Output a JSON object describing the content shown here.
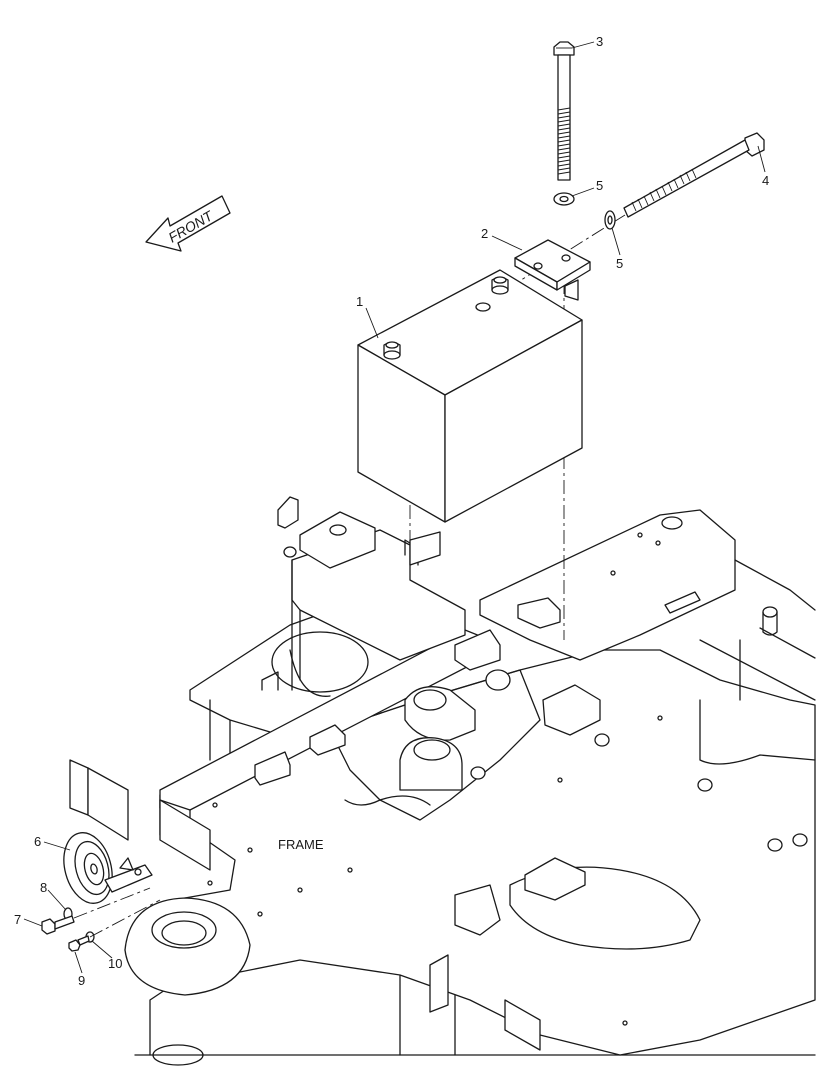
{
  "front_label": "FRONT",
  "frame_label": "FRAME",
  "callouts": [
    "1",
    "2",
    "3",
    "4",
    "5",
    "5",
    "6",
    "7",
    "8",
    "9",
    "10"
  ],
  "parts": [
    {
      "id": "1",
      "name": "battery"
    },
    {
      "id": "2",
      "name": "battery-bracket"
    },
    {
      "id": "3",
      "name": "vertical-bolt"
    },
    {
      "id": "4",
      "name": "horizontal-bolt"
    },
    {
      "id": "5",
      "name": "washer"
    },
    {
      "id": "6",
      "name": "horn"
    },
    {
      "id": "7",
      "name": "horn-bolt"
    },
    {
      "id": "8",
      "name": "horn-washer"
    },
    {
      "id": "9",
      "name": "small-bolt"
    },
    {
      "id": "10",
      "name": "small-washer"
    }
  ]
}
